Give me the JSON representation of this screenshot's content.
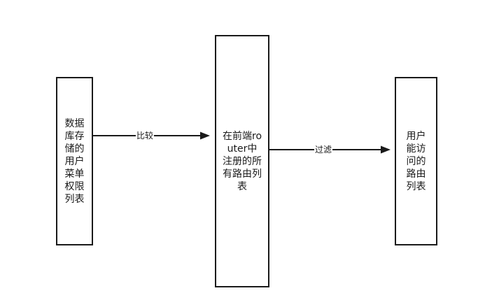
{
  "nodes": {
    "db_permissions": {
      "label": "数据库存储的用户菜单权限列表"
    },
    "frontend_routes": {
      "label": "在前端router中注册的所有路由列表"
    },
    "accessible_routes": {
      "label": "用户能访问的路由列表"
    }
  },
  "edges": {
    "compare": {
      "label": "比较",
      "from": "db_permissions",
      "to": "frontend_routes"
    },
    "filter": {
      "label": "过滤",
      "from": "frontend_routes",
      "to": "accessible_routes"
    }
  },
  "colors": {
    "stroke": "#1a1a1a",
    "background": "#ffffff"
  }
}
